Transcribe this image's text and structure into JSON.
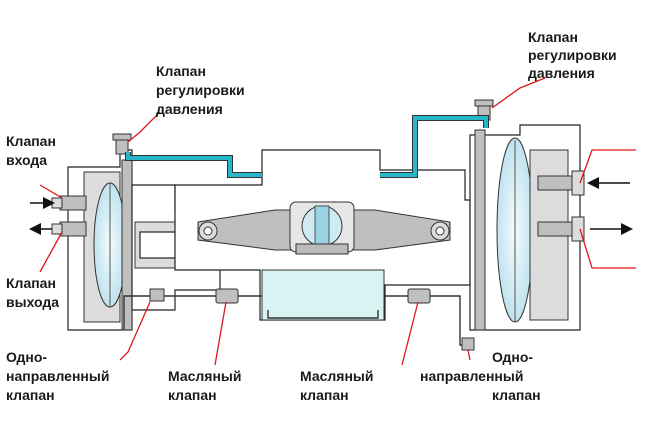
{
  "labels": {
    "pressure_valve_left": [
      "Клапан",
      "регулировки",
      "давления"
    ],
    "pressure_valve_right": [
      "Клапан",
      "регулировки",
      "давления"
    ],
    "inlet_valve": [
      "Клапан",
      "входа"
    ],
    "outlet_valve": [
      "Клапан",
      "выхода"
    ],
    "check_valve_left": [
      "Одно-",
      "направленный",
      "клапан"
    ],
    "oil_valve_left": [
      "Масляный",
      "клапан"
    ],
    "oil_valve_right": [
      "Масляный",
      "клапан"
    ],
    "check_valve_right": [
      "Одно-",
      "направленный",
      "клапан"
    ]
  },
  "colors": {
    "hydraulic_oil": "#27b7c9",
    "leader_line": "#e01818",
    "diaphragm": "#cfe9f2"
  }
}
